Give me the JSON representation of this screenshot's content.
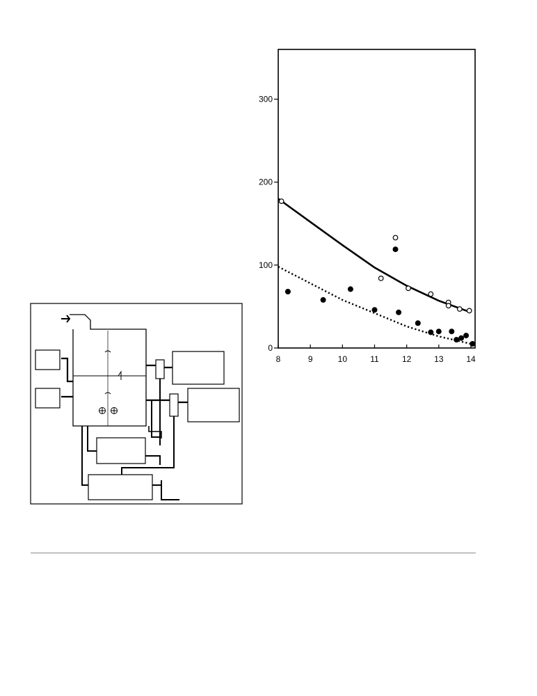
{
  "colors": {
    "ink": "#000000",
    "paper": "#ffffff",
    "rule": "#888888"
  },
  "diagram": {
    "icons": [
      "fan-icon",
      "burner-icon",
      "arrow-icon"
    ]
  },
  "chart_data": {
    "type": "scatter",
    "title": "",
    "xlabel": "",
    "ylabel": "",
    "xlim": [
      8,
      14
    ],
    "ylim": [
      0,
      360
    ],
    "x_ticks": [
      8,
      9,
      10,
      11,
      12,
      13,
      14
    ],
    "y_ticks": [
      0,
      100,
      200,
      300
    ],
    "grid": false,
    "legend": "none",
    "series": [
      {
        "marker": "open-circle",
        "points": [
          [
            8.1,
            177
          ],
          [
            11.2,
            84
          ],
          [
            11.65,
            133
          ],
          [
            12.05,
            72
          ],
          [
            12.75,
            65
          ],
          [
            13.3,
            55
          ],
          [
            13.3,
            51
          ],
          [
            13.65,
            47
          ],
          [
            13.95,
            45
          ]
        ]
      },
      {
        "marker": "filled-circle",
        "points": [
          [
            8.3,
            68
          ],
          [
            9.4,
            58
          ],
          [
            10.25,
            71
          ],
          [
            11.0,
            46
          ],
          [
            11.65,
            119
          ],
          [
            11.75,
            43
          ],
          [
            12.35,
            30
          ],
          [
            12.75,
            19
          ],
          [
            13.0,
            20
          ],
          [
            13.4,
            20
          ],
          [
            13.55,
            10
          ],
          [
            13.7,
            12
          ],
          [
            13.85,
            15
          ],
          [
            14.05,
            5
          ]
        ]
      }
    ],
    "curves": [
      {
        "style": "solid",
        "points": [
          [
            8,
            180
          ],
          [
            9,
            152
          ],
          [
            10,
            124
          ],
          [
            11,
            97
          ],
          [
            12,
            75
          ],
          [
            13,
            57
          ],
          [
            14,
            43
          ]
        ]
      },
      {
        "style": "dotted",
        "points": [
          [
            8,
            98
          ],
          [
            9,
            78
          ],
          [
            10,
            58
          ],
          [
            11,
            42
          ],
          [
            12,
            26
          ],
          [
            13,
            14
          ],
          [
            14,
            5
          ]
        ]
      }
    ]
  }
}
